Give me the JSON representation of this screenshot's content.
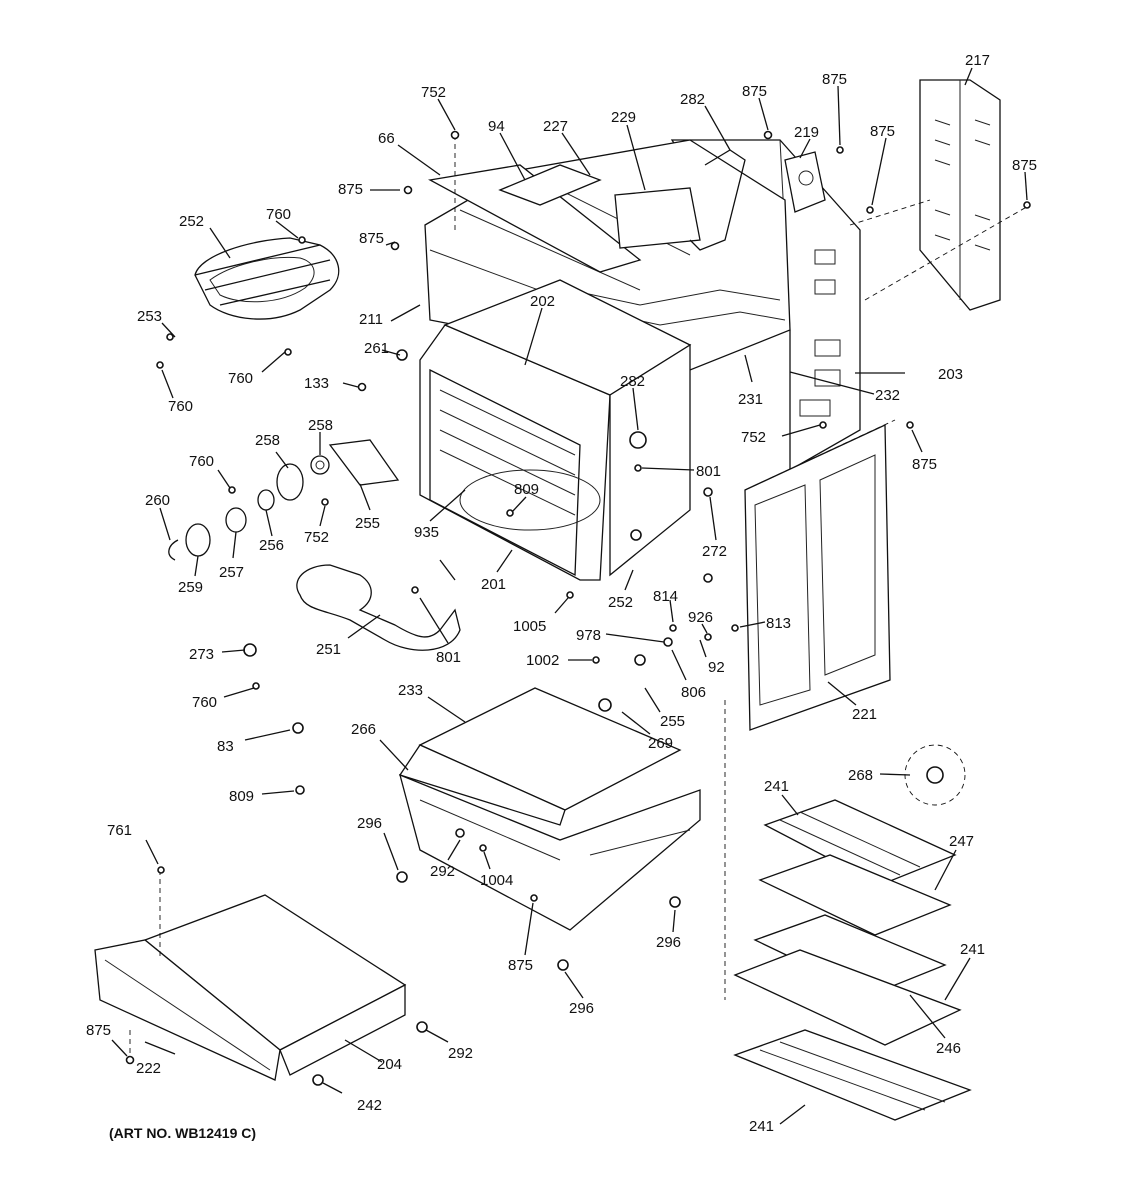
{
  "art_number": "(ART NO. WB12419 C)",
  "callouts": [
    {
      "id": "752a",
      "text": "752"
    },
    {
      "id": "66",
      "text": "66"
    },
    {
      "id": "94",
      "text": "94"
    },
    {
      "id": "227",
      "text": "227"
    },
    {
      "id": "229",
      "text": "229"
    },
    {
      "id": "282a",
      "text": "282"
    },
    {
      "id": "875a",
      "text": "875"
    },
    {
      "id": "219",
      "text": "219"
    },
    {
      "id": "875b",
      "text": "875"
    },
    {
      "id": "875c",
      "text": "875"
    },
    {
      "id": "217",
      "text": "217"
    },
    {
      "id": "875d",
      "text": "875"
    },
    {
      "id": "875e",
      "text": "875"
    },
    {
      "id": "252a",
      "text": "252"
    },
    {
      "id": "760a",
      "text": "760"
    },
    {
      "id": "875f",
      "text": "875"
    },
    {
      "id": "253",
      "text": "253"
    },
    {
      "id": "211",
      "text": "211"
    },
    {
      "id": "202",
      "text": "202"
    },
    {
      "id": "261",
      "text": "261"
    },
    {
      "id": "760b",
      "text": "760"
    },
    {
      "id": "760c",
      "text": "760"
    },
    {
      "id": "133",
      "text": "133"
    },
    {
      "id": "203",
      "text": "203"
    },
    {
      "id": "232",
      "text": "232"
    },
    {
      "id": "231",
      "text": "231"
    },
    {
      "id": "282b",
      "text": "282"
    },
    {
      "id": "752b",
      "text": "752"
    },
    {
      "id": "875g",
      "text": "875"
    },
    {
      "id": "258a",
      "text": "258"
    },
    {
      "id": "258b",
      "text": "258"
    },
    {
      "id": "760d",
      "text": "760"
    },
    {
      "id": "801a",
      "text": "801"
    },
    {
      "id": "260",
      "text": "260"
    },
    {
      "id": "809a",
      "text": "809"
    },
    {
      "id": "255a",
      "text": "255"
    },
    {
      "id": "752c",
      "text": "752"
    },
    {
      "id": "256",
      "text": "256"
    },
    {
      "id": "935",
      "text": "935"
    },
    {
      "id": "272",
      "text": "272"
    },
    {
      "id": "257",
      "text": "257"
    },
    {
      "id": "259",
      "text": "259"
    },
    {
      "id": "201",
      "text": "201"
    },
    {
      "id": "252b",
      "text": "252"
    },
    {
      "id": "1005",
      "text": "1005"
    },
    {
      "id": "814",
      "text": "814"
    },
    {
      "id": "926",
      "text": "926"
    },
    {
      "id": "813",
      "text": "813"
    },
    {
      "id": "978",
      "text": "978"
    },
    {
      "id": "251",
      "text": "251"
    },
    {
      "id": "801b",
      "text": "801"
    },
    {
      "id": "273",
      "text": "273"
    },
    {
      "id": "1002",
      "text": "1002"
    },
    {
      "id": "92",
      "text": "92"
    },
    {
      "id": "806",
      "text": "806"
    },
    {
      "id": "233",
      "text": "233"
    },
    {
      "id": "760e",
      "text": "760"
    },
    {
      "id": "255b",
      "text": "255"
    },
    {
      "id": "221",
      "text": "221"
    },
    {
      "id": "266",
      "text": "266"
    },
    {
      "id": "83",
      "text": "83"
    },
    {
      "id": "269",
      "text": "269"
    },
    {
      "id": "268",
      "text": "268"
    },
    {
      "id": "809b",
      "text": "809"
    },
    {
      "id": "241a",
      "text": "241"
    },
    {
      "id": "247",
      "text": "247"
    },
    {
      "id": "761",
      "text": "761"
    },
    {
      "id": "296a",
      "text": "296"
    },
    {
      "id": "292a",
      "text": "292"
    },
    {
      "id": "1004",
      "text": "1004"
    },
    {
      "id": "296b",
      "text": "296"
    },
    {
      "id": "875h",
      "text": "875"
    },
    {
      "id": "241b",
      "text": "241"
    },
    {
      "id": "296c",
      "text": "296"
    },
    {
      "id": "246",
      "text": "246"
    },
    {
      "id": "875i",
      "text": "875"
    },
    {
      "id": "292b",
      "text": "292"
    },
    {
      "id": "222",
      "text": "222"
    },
    {
      "id": "204",
      "text": "204"
    },
    {
      "id": "242",
      "text": "242"
    },
    {
      "id": "241c",
      "text": "241"
    }
  ]
}
